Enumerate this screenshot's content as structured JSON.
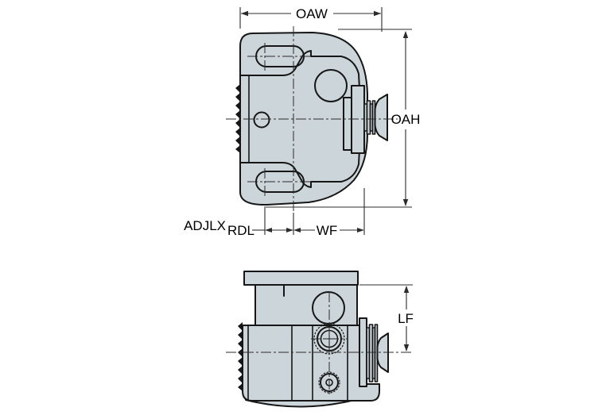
{
  "drawing": {
    "title": "tool-clamping-unit-dimension-drawing",
    "views": [
      {
        "id": "top-view",
        "description": "top view of clamping unit body"
      },
      {
        "id": "front-view",
        "description": "front view of clamping unit body"
      }
    ],
    "dimension_labels": {
      "oaw": "OAW",
      "oah": "OAH",
      "adjlx": "ADJLX",
      "rdl": "RDL",
      "wf": "WF",
      "lf": "LF"
    }
  },
  "colors": {
    "background": "#ffffff",
    "body_fill": "#ccd5da",
    "outline": "#161616",
    "thin_line": "#2b2b2b"
  }
}
